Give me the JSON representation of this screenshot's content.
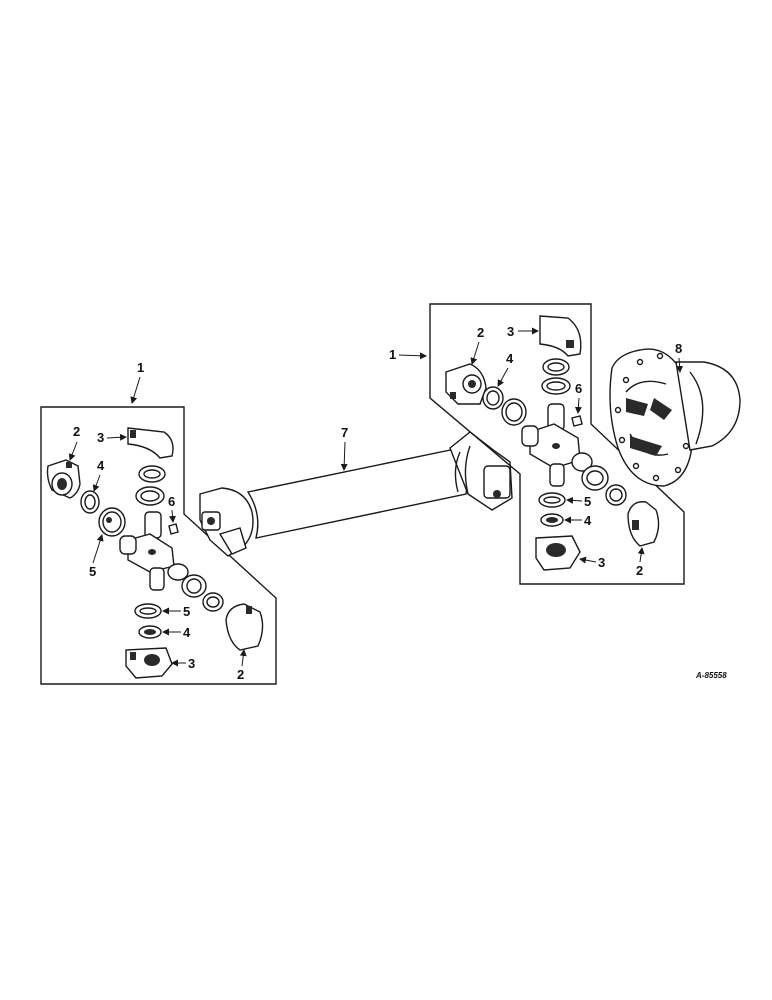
{
  "diagram": {
    "drawing_number": "A-85558",
    "callouts": {
      "assembly_left": "1",
      "assembly_right": "1",
      "cap_left_a": "2",
      "cap_left_b": "2",
      "cap_right_a": "2",
      "cap_right_b": "2",
      "strap_left_a": "3",
      "strap_left_b": "3",
      "strap_right_a": "3",
      "strap_right_b": "3",
      "seal_left_a": "4",
      "seal_left_b": "4",
      "seal_right_a": "4",
      "seal_right_b": "4",
      "bearing_left_a": "5",
      "bearing_left_b": "5",
      "bearing_right": "5",
      "fitting_left": "6",
      "fitting_right": "6",
      "shaft": "7",
      "flange": "8"
    }
  }
}
